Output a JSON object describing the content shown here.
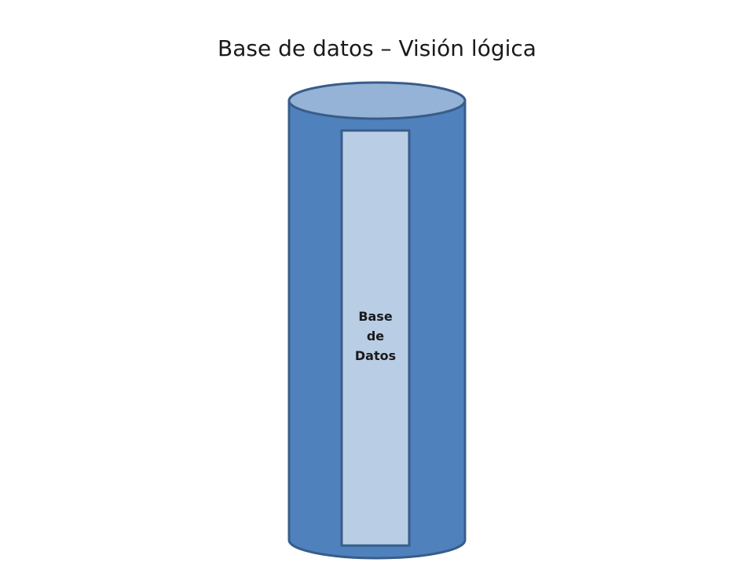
{
  "slide": {
    "title": "Base de datos – Visión lógica"
  },
  "diagram": {
    "cylinder": {
      "body_color": "#4f81bd",
      "top_color": "#95b3d7",
      "stroke_color": "#385d8a"
    },
    "panel": {
      "fill_color": "#b9cde5",
      "stroke_color": "#385d8a",
      "label_lines": [
        "Base",
        "de",
        "Datos"
      ]
    }
  }
}
